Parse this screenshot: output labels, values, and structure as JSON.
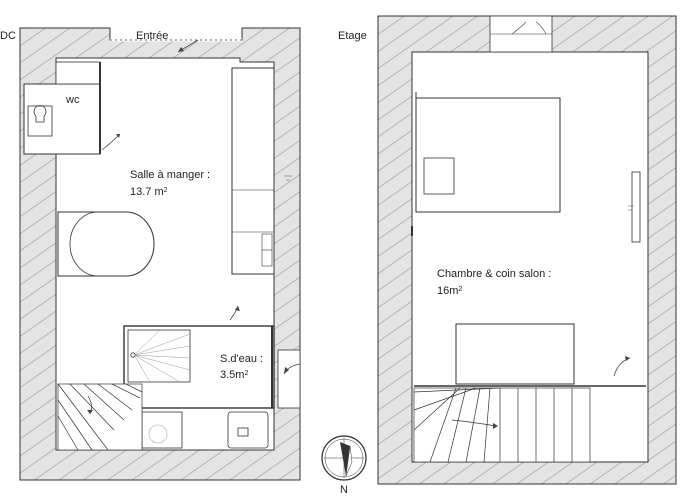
{
  "ground_floor": {
    "title": "DC",
    "entrance_label": "Entrée",
    "wc_label": "wc",
    "dining_label": "Salle à manger :",
    "dining_area_value": "13.7 m",
    "dining_area_sup": "2",
    "shower_label": "S.d'eau :",
    "shower_area_value": "3.5m",
    "shower_area_sup": "2"
  },
  "upper_floor": {
    "title": "Etage",
    "bedroom_label": "Chambre & coin salon :",
    "bedroom_area_value": "16m",
    "bedroom_area_sup": "2"
  },
  "compass": {
    "north_label": "N"
  },
  "colors": {
    "wall_fill": "#e3e3e3",
    "line": "#333333",
    "hatch": "#9a9a9a"
  }
}
